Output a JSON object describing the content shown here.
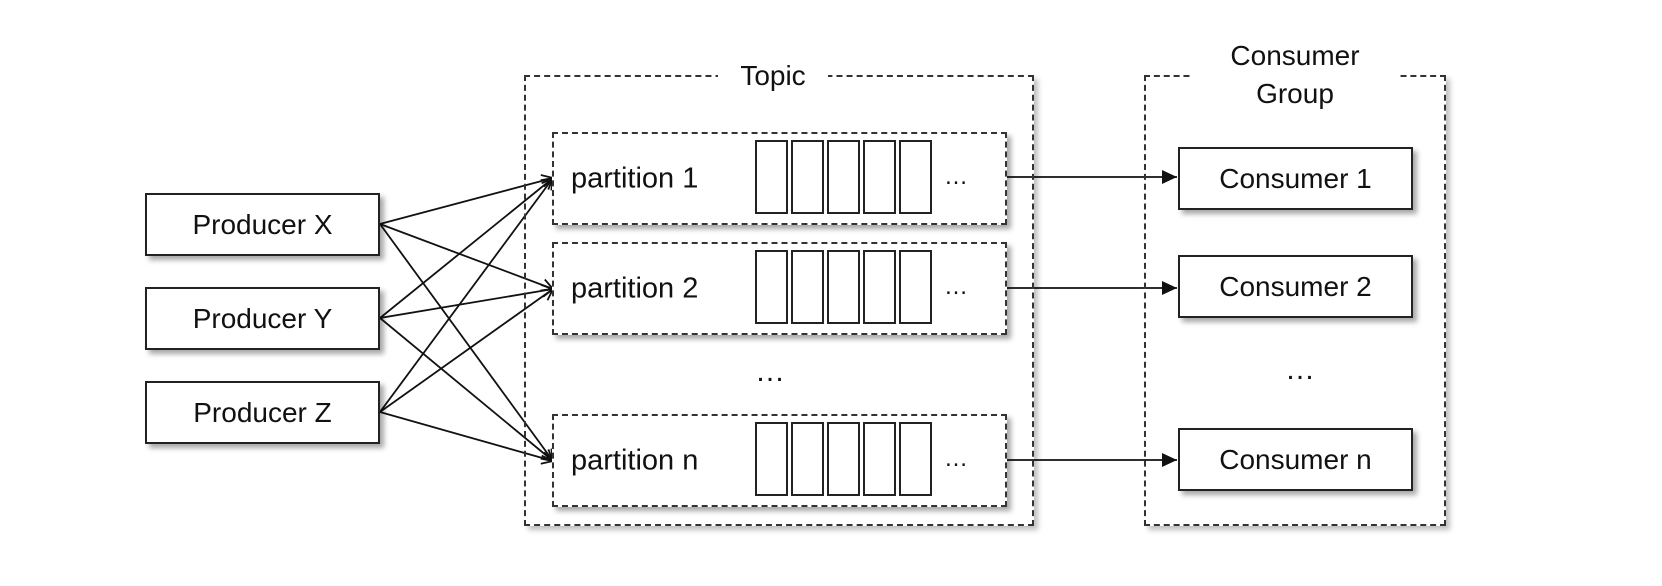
{
  "producers": [
    {
      "label": "Producer X"
    },
    {
      "label": "Producer Y"
    },
    {
      "label": "Producer Z"
    }
  ],
  "topic": {
    "title": "Topic",
    "partitions": [
      {
        "label": "partition 1",
        "more": "…"
      },
      {
        "label": "partition 2",
        "more": "…"
      },
      {
        "label": "partition n",
        "more": "…"
      }
    ],
    "ellipsis": "…"
  },
  "consumer_group": {
    "title_line1": "Consumer",
    "title_line2": "Group",
    "consumers": [
      {
        "label": "Consumer 1"
      },
      {
        "label": "Consumer 2"
      },
      {
        "label": "Consumer n"
      }
    ],
    "ellipsis": "…"
  }
}
